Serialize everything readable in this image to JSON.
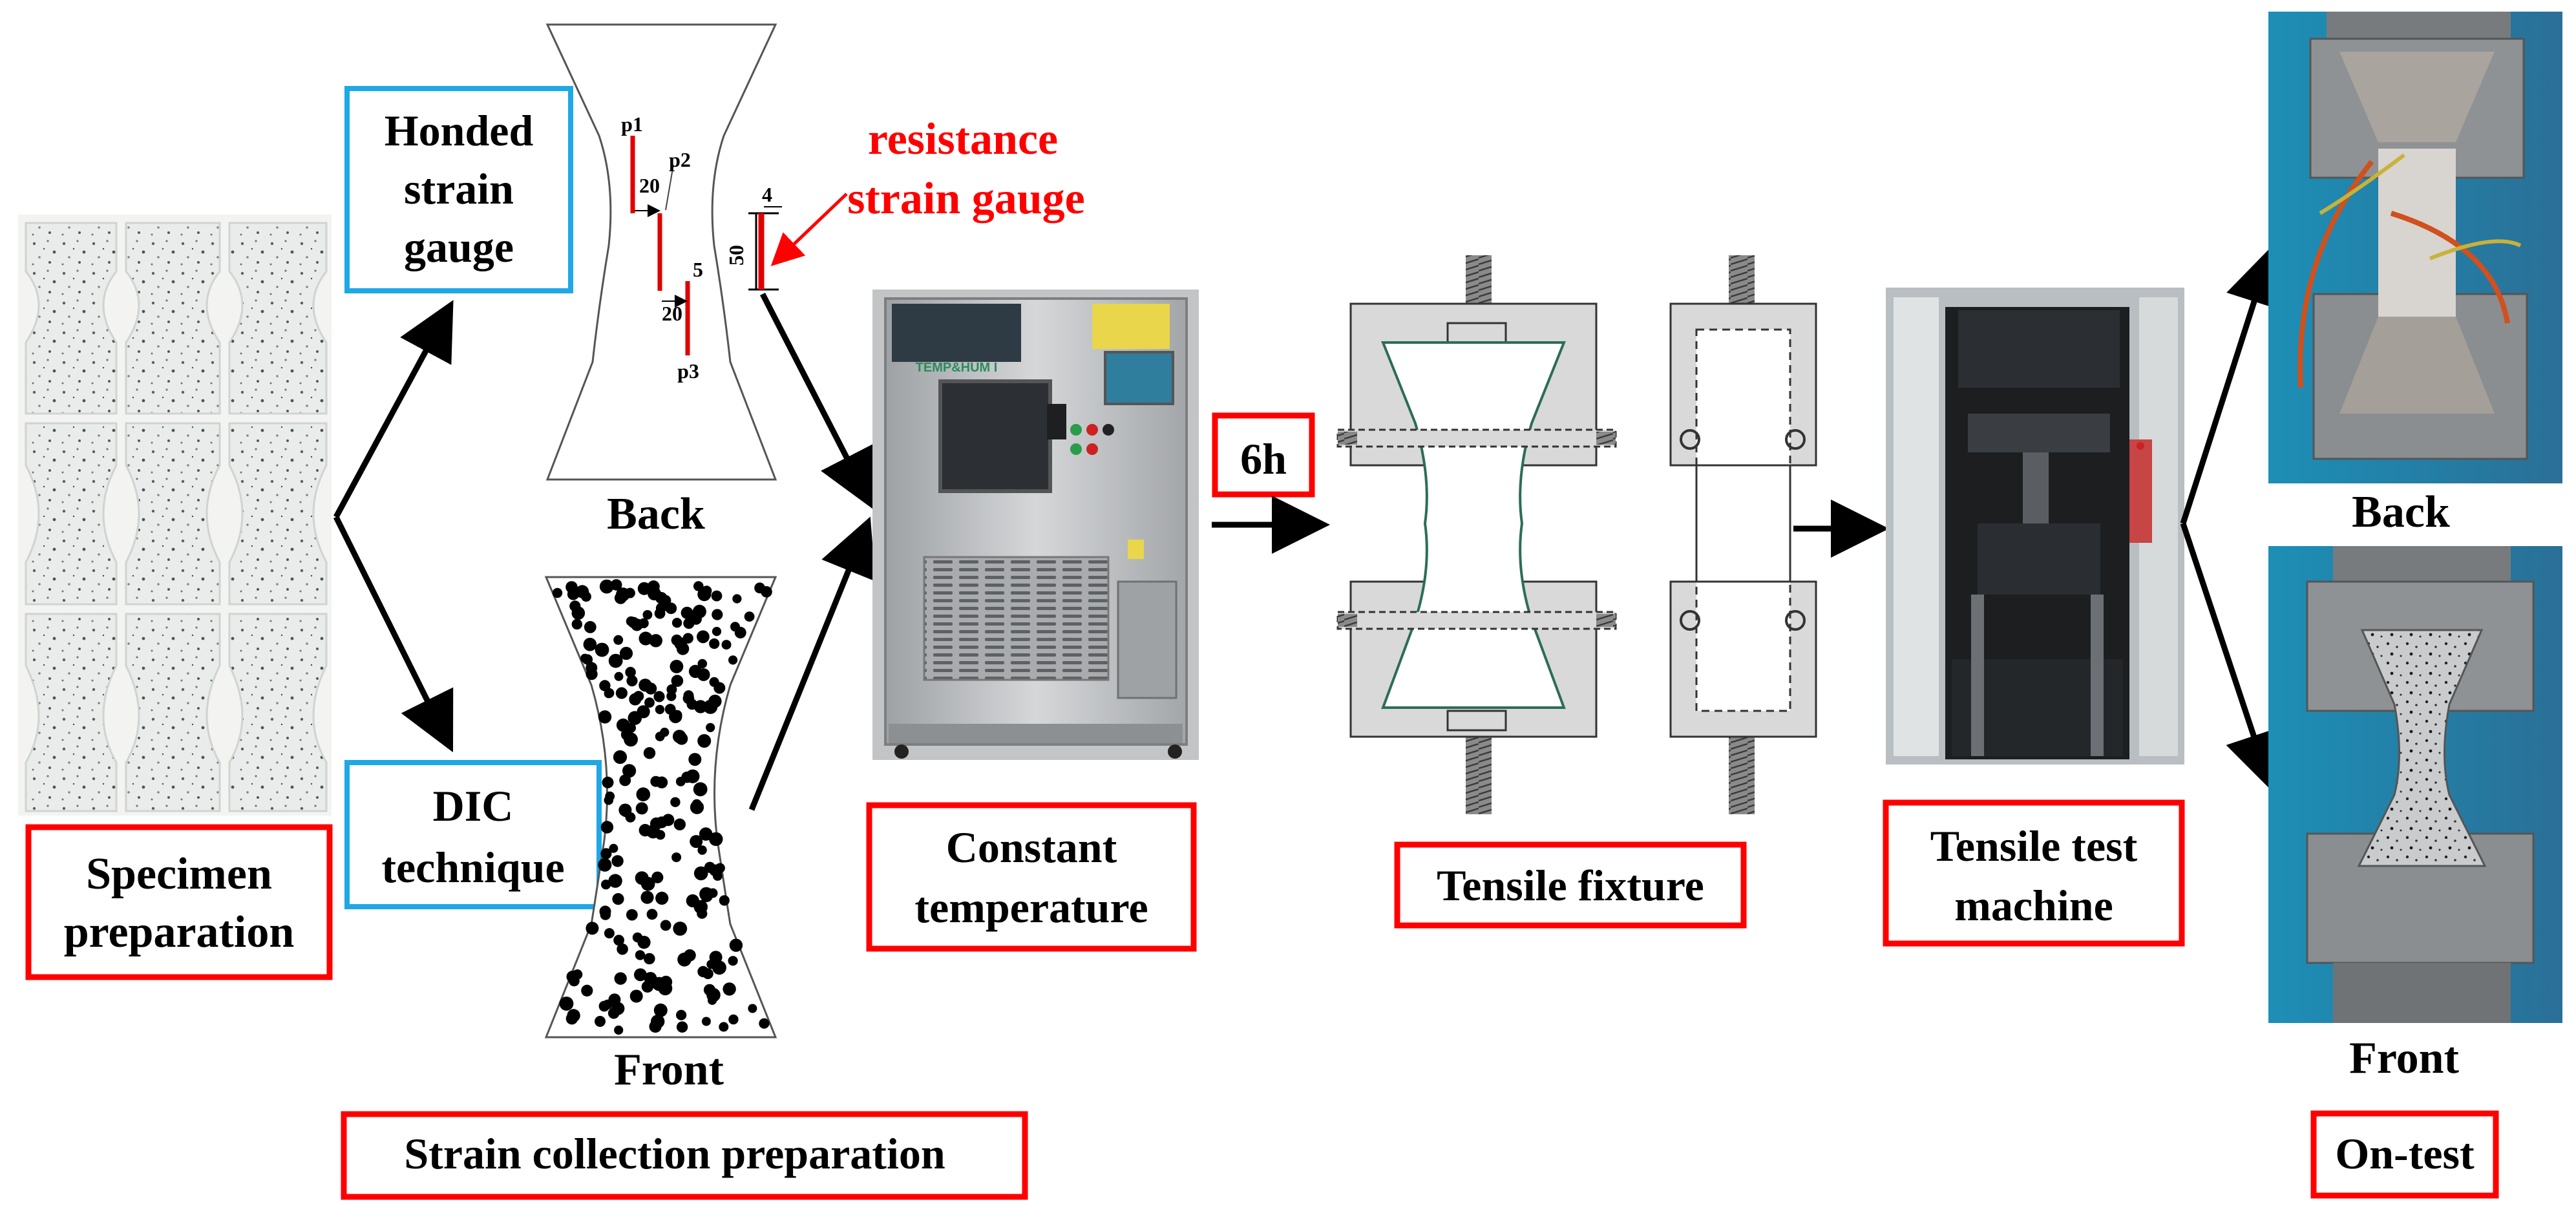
{
  "labels": {
    "specimen_preparation": [
      "Specimen",
      "preparation"
    ],
    "honded_strain_gauge": [
      "Honded",
      "strain",
      "gauge"
    ],
    "dic_technique": [
      "DIC",
      "technique"
    ],
    "back_top": "Back",
    "front_bottom": "Front",
    "strain_collection_preparation": "Strain collection preparation",
    "resistance_strain_gauge": [
      "resistance",
      "strain gauge"
    ],
    "constant_temperature": [
      "Constant",
      "temperature"
    ],
    "six_hours": "6h",
    "tensile_fixture": "Tensile fixture",
    "tensile_test_machine": [
      "Tensile test",
      "machine"
    ],
    "back_right": "Back",
    "front_right": "Front",
    "on_test": "On-test"
  },
  "gauge_annotations": {
    "p1": "p1",
    "p2": "p2",
    "p3": "p3",
    "d20a": "20",
    "d20b": "20",
    "d5": "5",
    "d4": "4",
    "d50": "50"
  },
  "chamber_panel": {
    "brand": "TEMP&HUM I"
  },
  "colors": {
    "red_box": "#ff0000",
    "blue_box": "#1ea8e6",
    "steel": "#b7b9bb",
    "fixture_gray": "#d9d9d9",
    "specimen_white": "#ecefef"
  }
}
